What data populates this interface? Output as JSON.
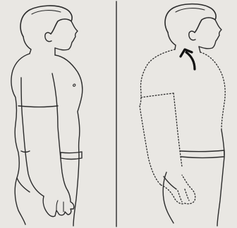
{
  "diagram": {
    "panels": [
      {
        "id": "left",
        "subject": "normal-posture-figure"
      },
      {
        "id": "right",
        "subject": "altered-posture-figure"
      }
    ],
    "colors": {
      "background": "#e9e7e3",
      "ink": "#2b2b2b",
      "arrow": "#111111"
    }
  }
}
